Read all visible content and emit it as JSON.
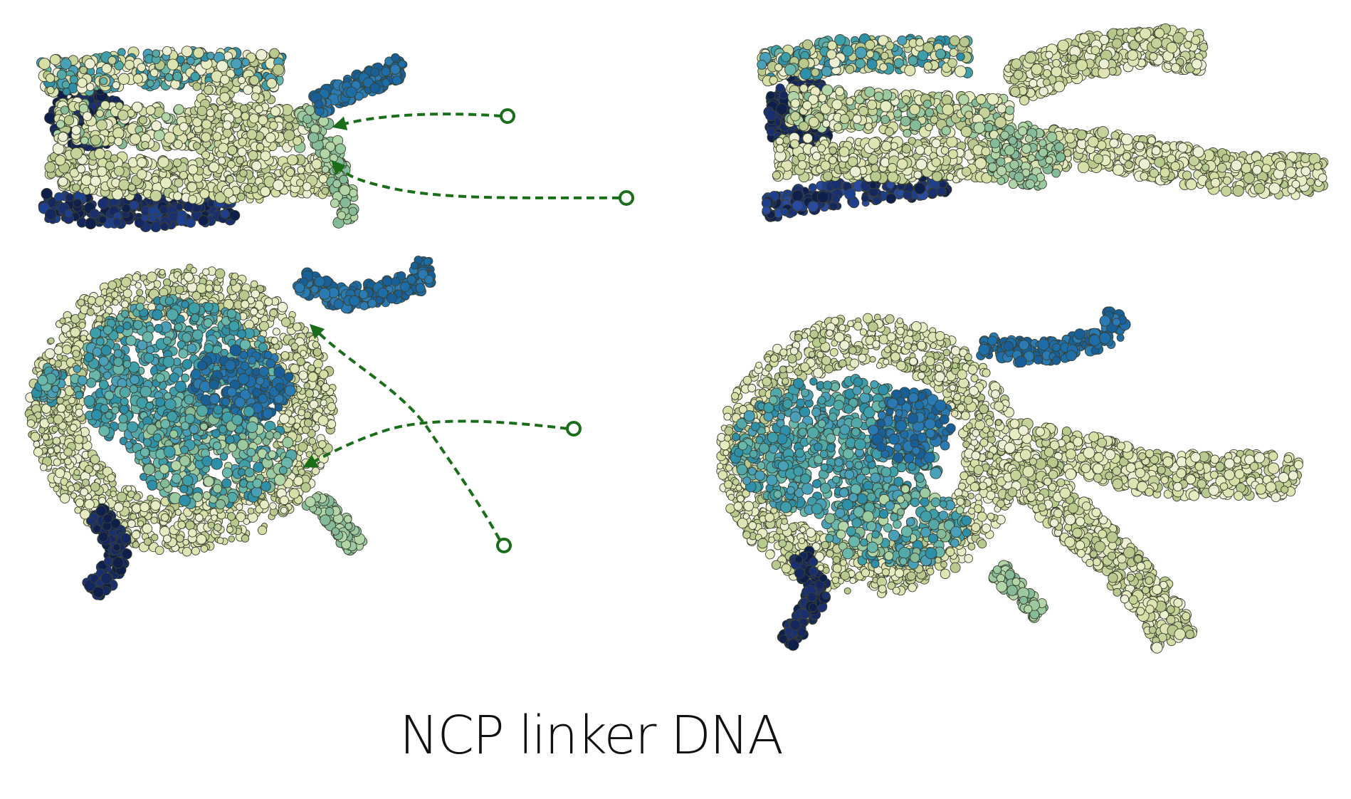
{
  "caption": "NCP linker DNA",
  "colors": {
    "dna": [
      "#e8ecc2",
      "#d6dfa6",
      "#c5d39a",
      "#eef0d6",
      "#b9c98e",
      "#dfe4b4"
    ],
    "histone_teal": [
      "#3e9eaa",
      "#52a9a8",
      "#2d8fa8",
      "#6ab7ab",
      "#4aa0b8"
    ],
    "histone_blue": [
      "#1d6ea8",
      "#2a7bb4",
      "#185f98"
    ],
    "histone_navy": [
      "#14275e",
      "#1a2f70",
      "#0f1f4c"
    ],
    "histone_sage": [
      "#9ccaa0",
      "#86bb9a",
      "#b2d6a8"
    ],
    "annotation": "#1a6e1a",
    "outline": "#3a4030"
  },
  "panels": [
    {
      "name": "ncp-side-view",
      "view": "side",
      "linker": false
    },
    {
      "name": "ncp-with-linker-side-view",
      "view": "side",
      "linker": true
    },
    {
      "name": "ncp-top-view",
      "view": "top",
      "linker": false
    },
    {
      "name": "ncp-with-linker-top-view",
      "view": "top",
      "linker": true
    }
  ],
  "annotations": [
    {
      "name": "linker-path-side-upper"
    },
    {
      "name": "linker-path-side-lower"
    },
    {
      "name": "linker-path-top-upper"
    },
    {
      "name": "linker-path-top-lower"
    }
  ]
}
